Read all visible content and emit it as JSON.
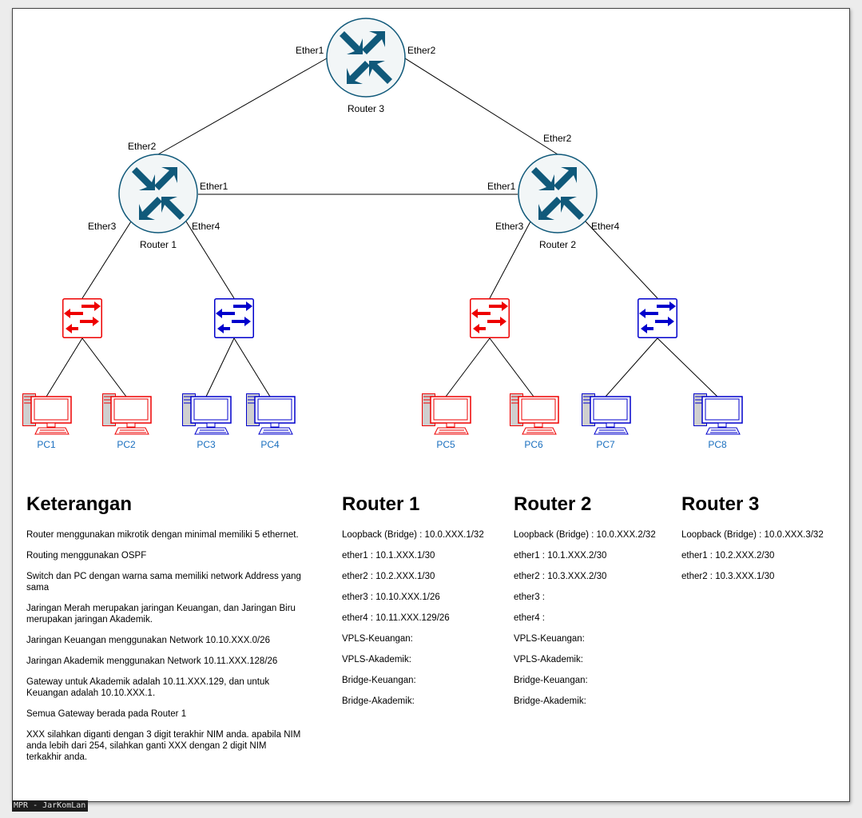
{
  "routers": {
    "r3": {
      "name": "Router 3",
      "port_left": "Ether1",
      "port_right": "Ether2"
    },
    "r1": {
      "name": "Router 1",
      "port_top": "Ether2",
      "port_right": "Ether1",
      "port_bl": "Ether3",
      "port_br": "Ether4"
    },
    "r2": {
      "name": "Router 2",
      "port_top": "Ether2",
      "port_left": "Ether1",
      "port_bl": "Ether3",
      "port_br": "Ether4"
    }
  },
  "pcs": [
    "PC1",
    "PC2",
    "PC3",
    "PC4",
    "PC5",
    "PC6",
    "PC7",
    "PC8"
  ],
  "colors": {
    "red": "#ee0000",
    "blue": "#0000cc",
    "router": "#10597a",
    "pc_label": "#1a6fbf"
  },
  "keterangan": {
    "title": "Keterangan",
    "items": [
      "Router menggunakan mikrotik dengan minimal memiliki 5 ethernet.",
      "Routing menggunakan OSPF",
      "Switch dan PC dengan warna sama memiliki network Address yang sama",
      "Jaringan Merah merupakan jaringan Keuangan, dan Jaringan Biru merupakan jaringan Akademik.",
      "Jaringan Keuangan menggunakan Network 10.10.XXX.0/26",
      "Jaringan Akademik menggunakan Network 10.11.XXX.128/26",
      "Gateway untuk Akademik adalah 10.11.XXX.129, dan untuk Keuangan adalah 10.10.XXX.1.",
      "Semua Gateway berada pada Router 1",
      "XXX silahkan diganti dengan 3 digit terakhir NIM anda. apabila NIM anda lebih dari 254, silahkan ganti XXX dengan 2 digit NIM terkakhir anda."
    ]
  },
  "router1_table": {
    "title": "Router 1",
    "items": [
      "Loopback (Bridge) : 10.0.XXX.1/32",
      "ether1 : 10.1.XXX.1/30",
      "ether2 : 10.2.XXX.1/30",
      "ether3 : 10.10.XXX.1/26",
      "ether4 : 10.11.XXX.129/26",
      "VPLS-Keuangan:",
      "VPLS-Akademik:",
      "Bridge-Keuangan:",
      "Bridge-Akademik:"
    ]
  },
  "router2_table": {
    "title": "Router 2",
    "items": [
      "Loopback (Bridge) : 10.0.XXX.2/32",
      "ether1 : 10.1.XXX.2/30",
      "ether2 : 10.3.XXX.2/30",
      "ether3 :",
      "ether4 :",
      "VPLS-Keuangan:",
      "VPLS-Akademik:",
      "Bridge-Keuangan:",
      "Bridge-Akademik:"
    ]
  },
  "router3_table": {
    "title": "Router 3",
    "items": [
      "Loopback (Bridge) : 10.0.XXX.3/32",
      "ether1 : 10.2.XXX.2/30",
      "ether2 : 10.3.XXX.1/30"
    ]
  },
  "footer": "MPR - JarKomLan"
}
